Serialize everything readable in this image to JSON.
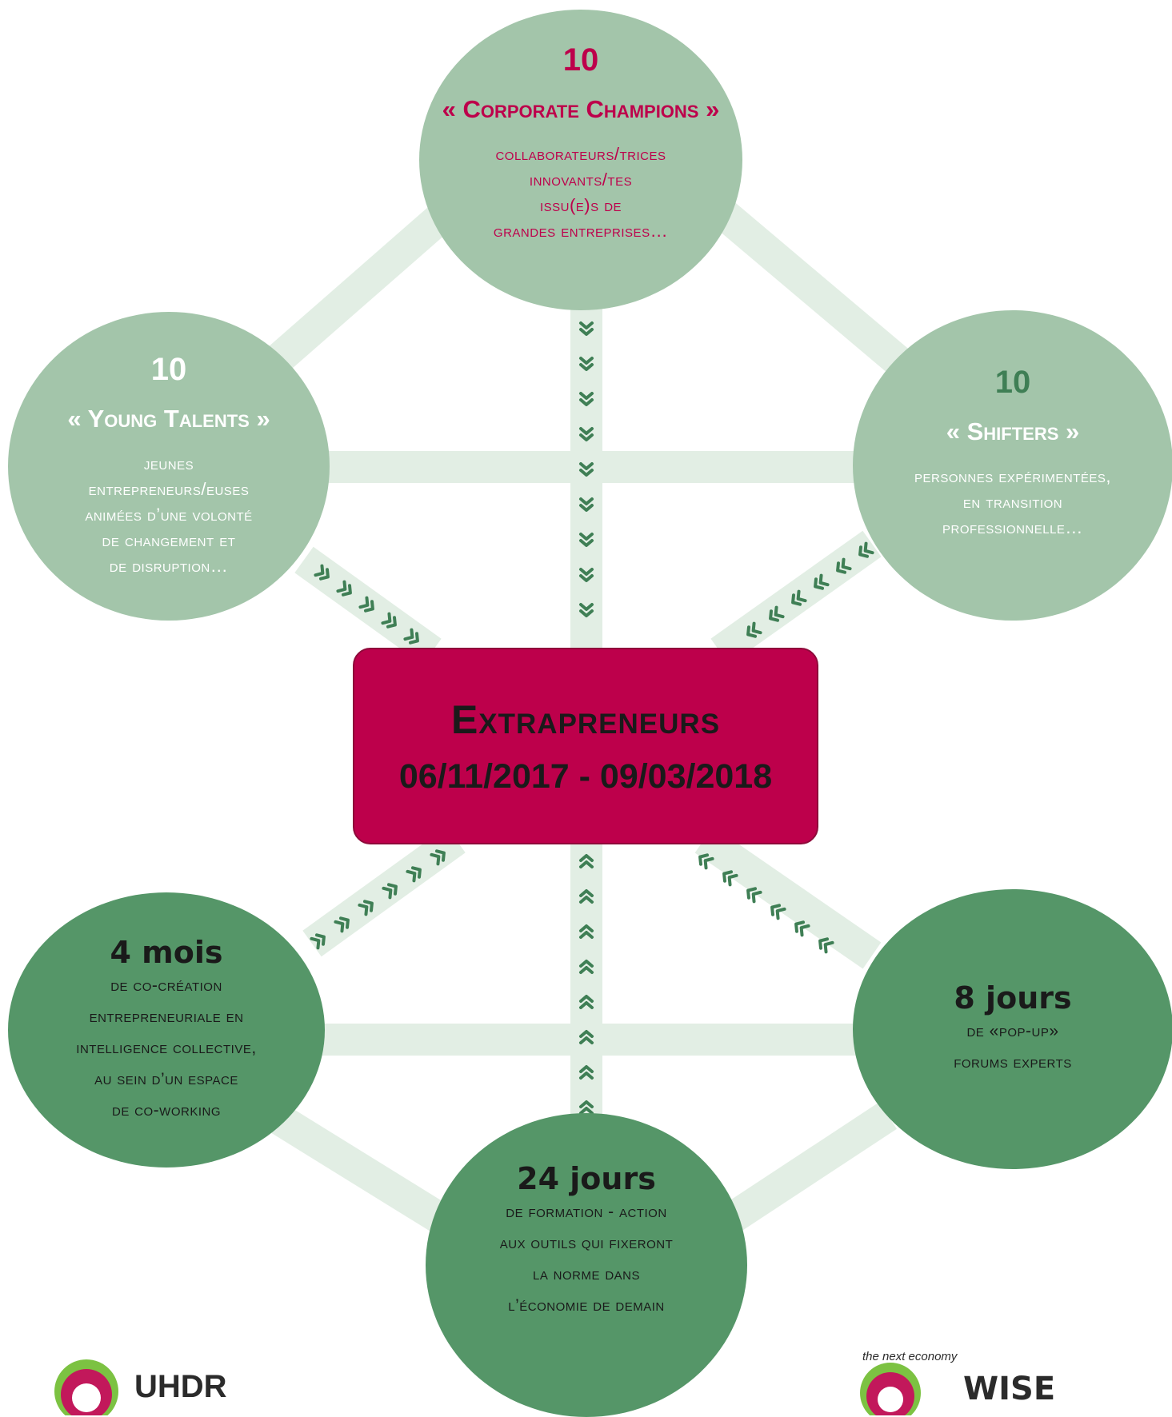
{
  "colors": {
    "light_circle": "#a3c5aa",
    "dark_circle": "#559668",
    "connector": "#e2eee4",
    "arrow": "#3f7f55",
    "accent": "#bd004b",
    "logo_pink": "#c2185b",
    "logo_green": "#7cc242"
  },
  "top": {
    "number": "10",
    "title": "« Corporate Champions »",
    "lines": [
      "collaborateurs/trices",
      "innovants/tes",
      "issu(e)s de",
      "grandes entreprises…"
    ]
  },
  "left": {
    "number": "10",
    "title": "« Young Talents »",
    "lines": [
      "jeunes",
      "entrepreneurs/euses",
      "animées d’une volonté",
      "de changement et",
      "de disruption…"
    ]
  },
  "right": {
    "number": "10",
    "title": "« Shifters »",
    "lines": [
      "personnes expérimentées,",
      "en transition",
      "professionnelle…"
    ]
  },
  "center": {
    "title": "Extrapreneurs",
    "dates": "06/11/2017 - 09/03/2018"
  },
  "bottom_left": {
    "headline": "4 mois",
    "lines": [
      "de co-création",
      "entrepreneuriale en",
      "intelligence collective,",
      "au sein d’un espace",
      "de co-working"
    ]
  },
  "bottom_right": {
    "headline": "8 jours",
    "lines": [
      "de «pop-up»",
      "forums experts"
    ]
  },
  "bottom": {
    "headline": "24 jours",
    "lines": [
      "de formation - action",
      "aux outils qui fixeront",
      "la norme dans",
      "l’économie de demain"
    ]
  },
  "logos": {
    "left": "UHDR",
    "right": "WISE",
    "right_tagline": "the next economy"
  },
  "icons": {
    "arrow_down": "double-chevron-down-icon",
    "arrow_up": "double-chevron-up-icon",
    "arrow_diagonal": "guillemet-arrow-icon"
  }
}
